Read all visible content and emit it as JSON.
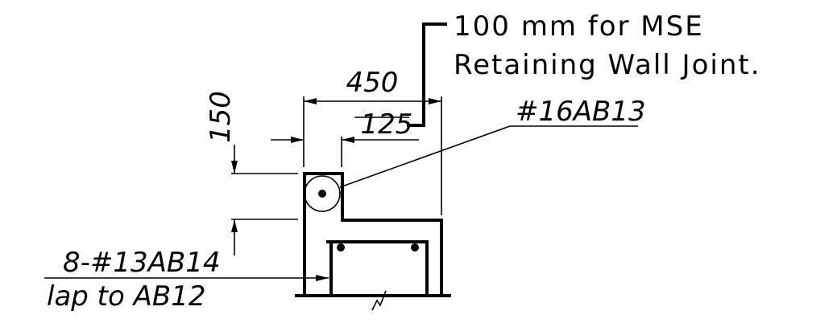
{
  "note": {
    "line1": "100  mm  for  MSE",
    "line2": "Retaining  Wall  Joint."
  },
  "dimensions": {
    "width_total": "450",
    "width_inner": "125",
    "height_top": "150"
  },
  "labels": {
    "bar_top": "#16AB13",
    "bars_side_line1": "8-#13AB14",
    "bars_side_line2": "lap to AB12"
  }
}
